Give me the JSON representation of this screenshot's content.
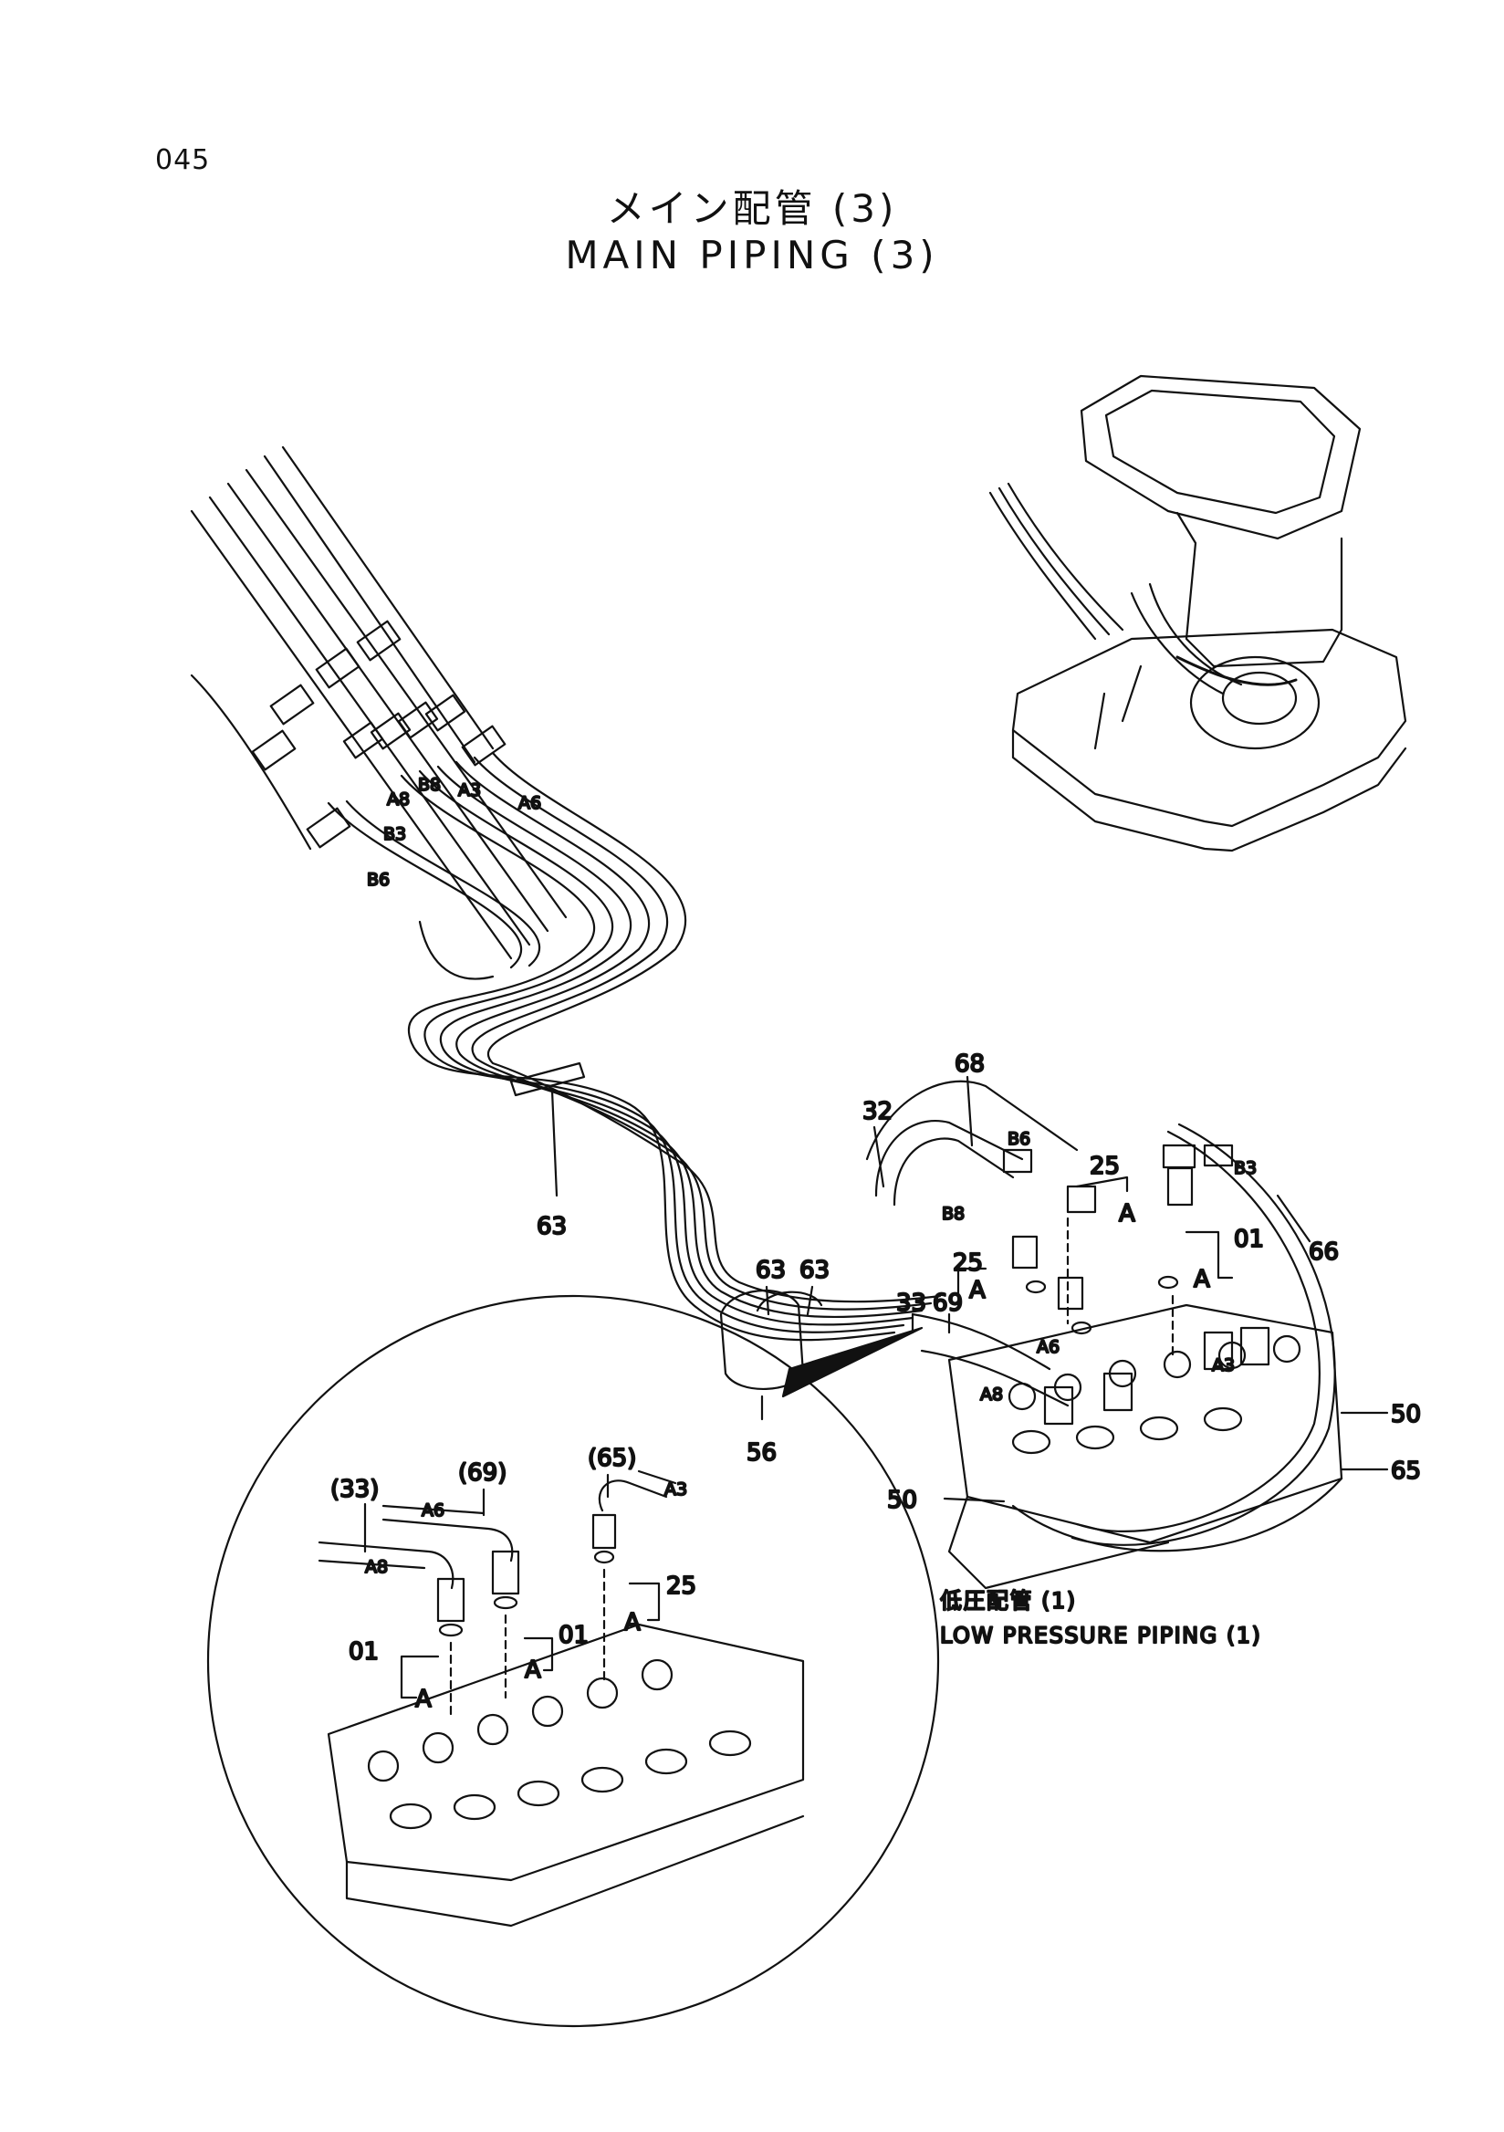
{
  "page_number": "045",
  "title_jp": "メイン配管 (3)",
  "title_en": "MAIN PIPING (3)",
  "port_labels": {
    "a8": "A8",
    "b8": "B8",
    "a3": "A3",
    "a6": "A6",
    "b3": "B3",
    "b6": "B6"
  },
  "callouts": {
    "c63": "63",
    "c56": "56",
    "c32": "32",
    "c68": "68",
    "c25": "25",
    "c01": "01",
    "c66": "66",
    "c33": "33",
    "c69": "69",
    "c50": "50",
    "c65": "65",
    "detail_a": "A"
  },
  "detail": {
    "ref33": "(33)",
    "ref69": "(69)",
    "ref65": "(65)"
  },
  "caption": {
    "jp": "低圧配管 (1)",
    "en": "LOW PRESSURE PIPING (1)"
  }
}
